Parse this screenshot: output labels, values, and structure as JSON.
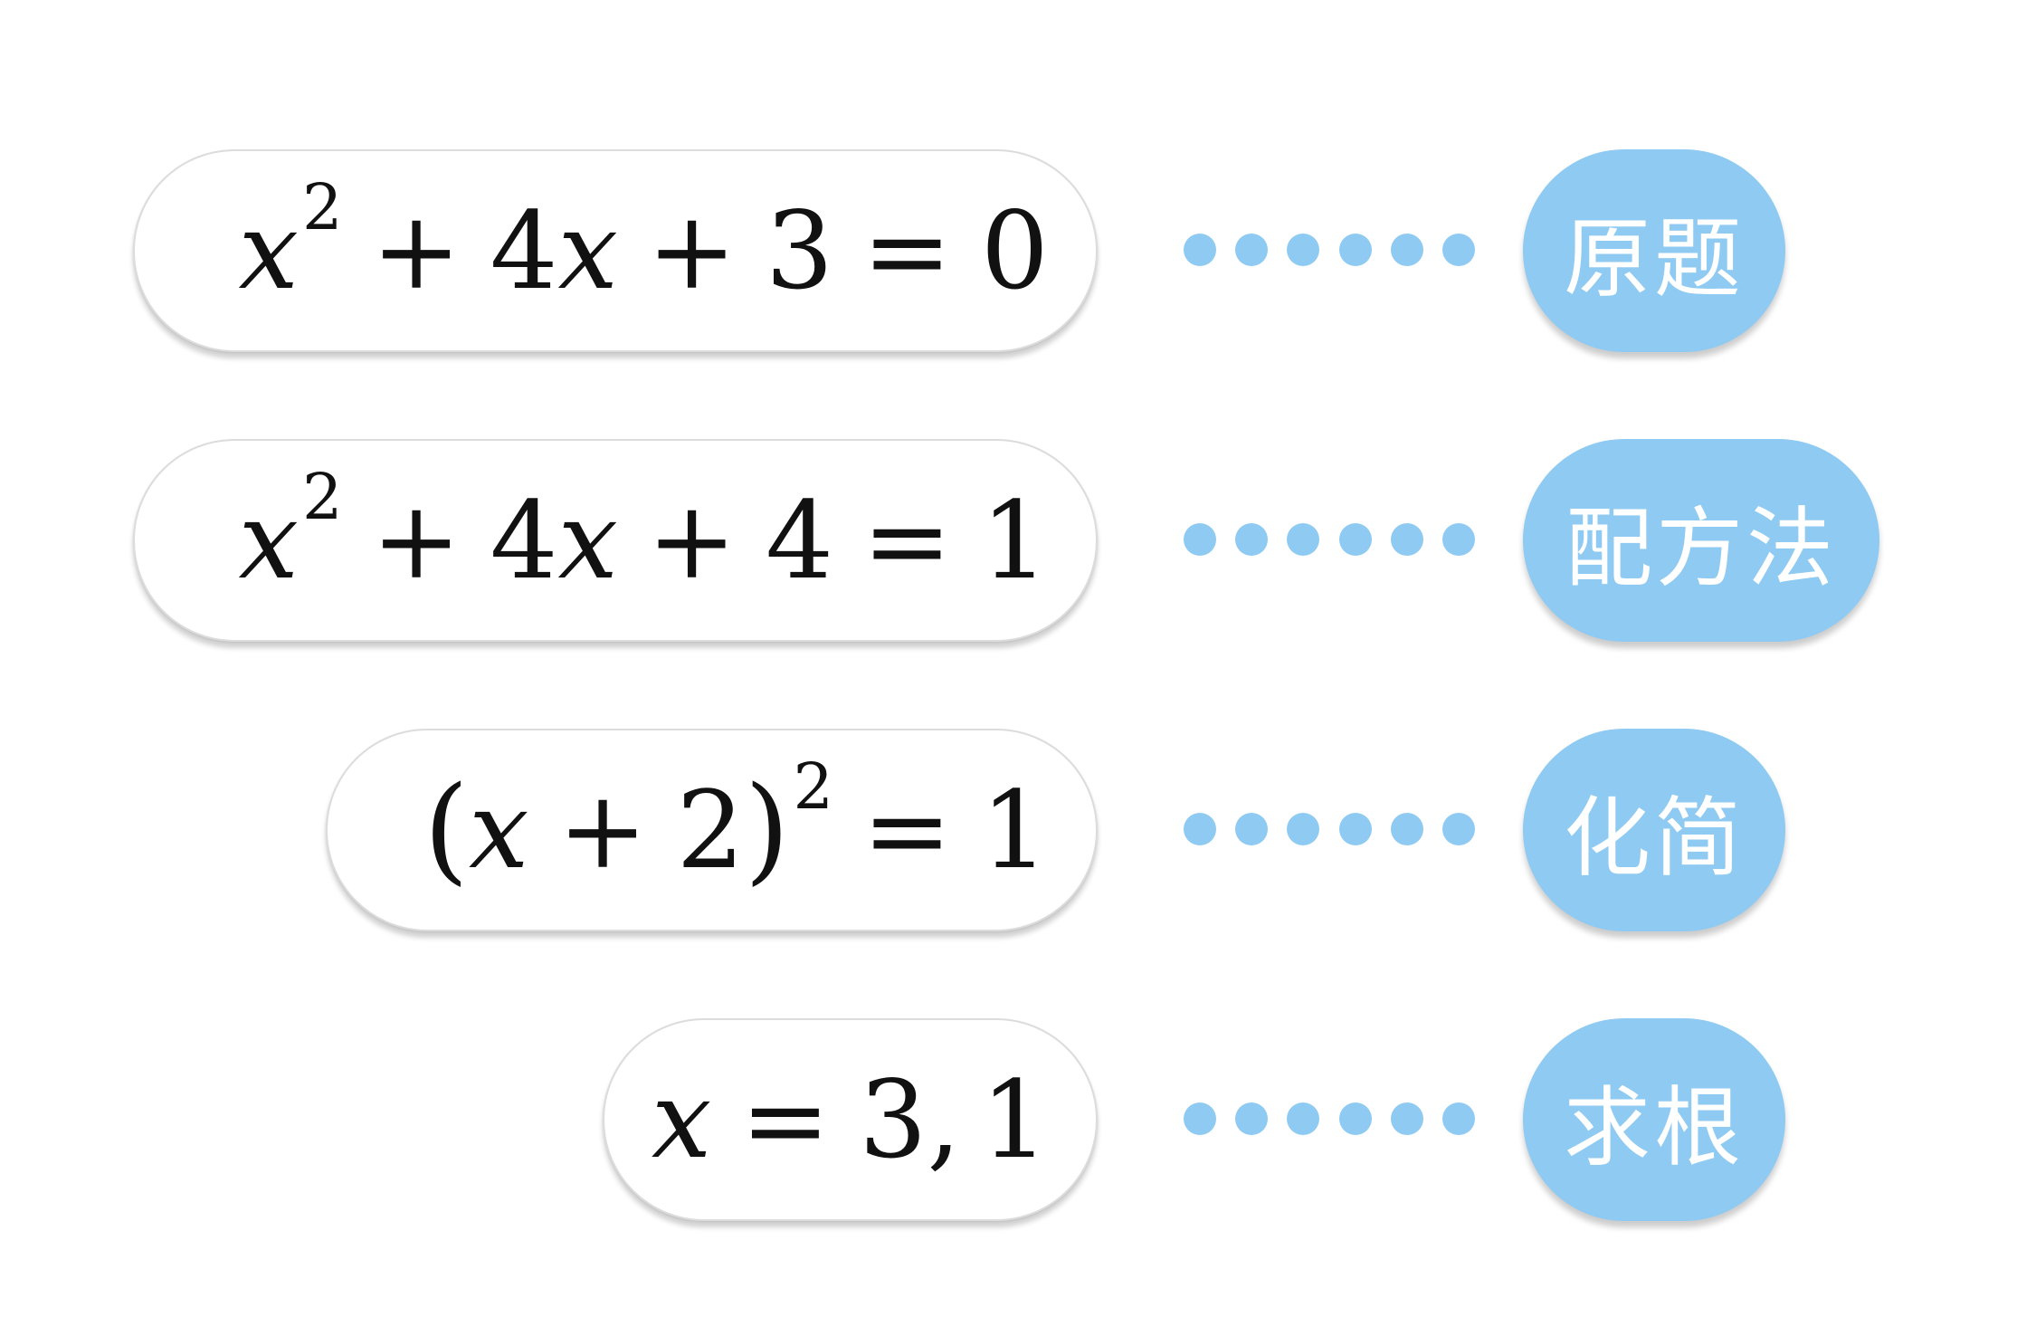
{
  "steps": [
    {
      "equation": {
        "t1": "x",
        "t1_exp": "2",
        "op1": "+",
        "t2": "4",
        "t2_var": "x",
        "op2": "+",
        "t3": "3",
        "eq": "=",
        "rhs": "0"
      },
      "label": "原题"
    },
    {
      "equation": {
        "t1": "x",
        "t1_exp": "2",
        "op1": "+",
        "t2": "4",
        "t2_var": "x",
        "op2": "+",
        "t3": "4",
        "eq": "=",
        "rhs": "1"
      },
      "label": "配方法"
    },
    {
      "equation": {
        "lparen": "(",
        "var": "x",
        "op": "+",
        "num": "2",
        "rparen": ")",
        "exp": "2",
        "eq": "=",
        "rhs": "1"
      },
      "label": "化简"
    },
    {
      "equation": {
        "var": "x",
        "eq": "=",
        "root1": "3",
        "comma": ",",
        "root2": "1"
      },
      "label": "求根"
    }
  ],
  "colors": {
    "accent": "#8fcaf2",
    "pill_border": "#dcdcdc",
    "text": "#111111",
    "label_text": "#ffffff"
  }
}
